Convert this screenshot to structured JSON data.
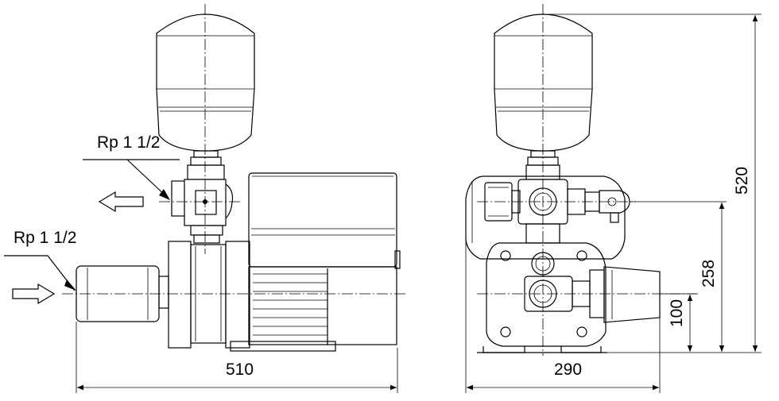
{
  "labels": {
    "outlet_connection": "Rp 1 1/2",
    "inlet_connection": "Rp 1 1/2"
  },
  "dimensions": {
    "overall_length": "510",
    "overall_width": "290",
    "overall_height": "520",
    "outlet_height": "258",
    "inlet_height": "100"
  }
}
